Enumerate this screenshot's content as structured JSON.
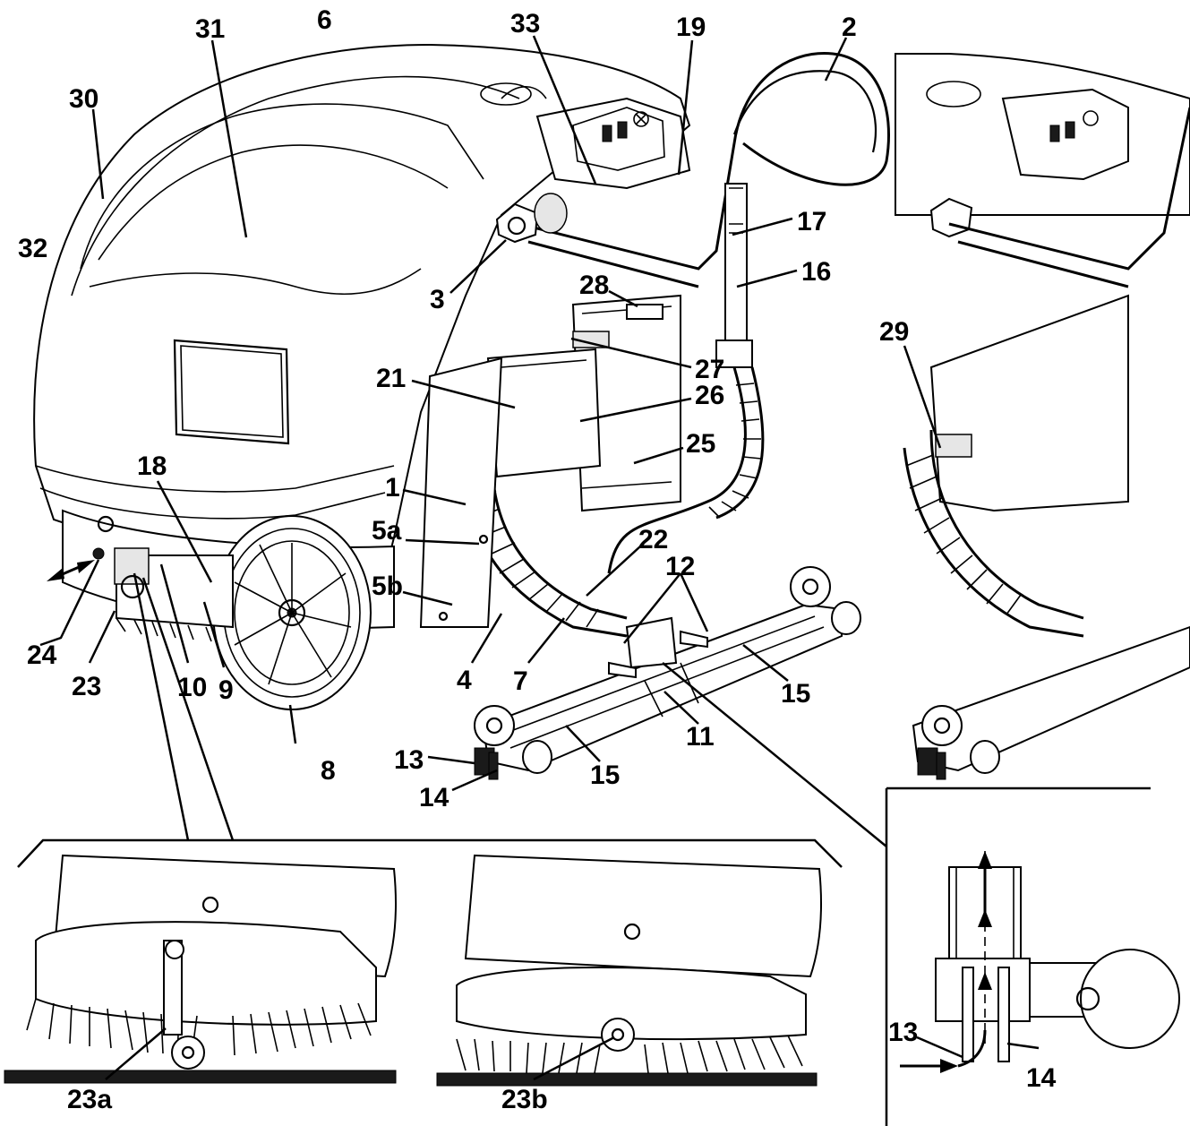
{
  "main_view": {
    "labels": [
      {
        "id": "31",
        "text": "31"
      },
      {
        "id": "6",
        "text": "6"
      },
      {
        "id": "33",
        "text": "33"
      },
      {
        "id": "19",
        "text": "19"
      },
      {
        "id": "2",
        "text": "2"
      },
      {
        "id": "30",
        "text": "30"
      },
      {
        "id": "32",
        "text": "32"
      },
      {
        "id": "3",
        "text": "3"
      },
      {
        "id": "17",
        "text": "17"
      },
      {
        "id": "16",
        "text": "16"
      },
      {
        "id": "28",
        "text": "28"
      },
      {
        "id": "27",
        "text": "27"
      },
      {
        "id": "21",
        "text": "21"
      },
      {
        "id": "26",
        "text": "26"
      },
      {
        "id": "25",
        "text": "25"
      },
      {
        "id": "18",
        "text": "18"
      },
      {
        "id": "1",
        "text": "1"
      },
      {
        "id": "5a",
        "text": "5a"
      },
      {
        "id": "5b",
        "text": "5b"
      },
      {
        "id": "22",
        "text": "22"
      },
      {
        "id": "12",
        "text": "12"
      },
      {
        "id": "24",
        "text": "24"
      },
      {
        "id": "23",
        "text": "23"
      },
      {
        "id": "10",
        "text": "10"
      },
      {
        "id": "9",
        "text": "9"
      },
      {
        "id": "8",
        "text": "8"
      },
      {
        "id": "4",
        "text": "4"
      },
      {
        "id": "7",
        "text": "7"
      },
      {
        "id": "15a",
        "text": "15"
      },
      {
        "id": "11",
        "text": "11"
      },
      {
        "id": "15b",
        "text": "15"
      },
      {
        "id": "13",
        "text": "13"
      },
      {
        "id": "14",
        "text": "14"
      }
    ]
  },
  "side_view": {
    "labels": [
      {
        "id": "29",
        "text": "29"
      }
    ]
  },
  "detail_brush": {
    "labels": [
      {
        "id": "23a",
        "text": "23a"
      },
      {
        "id": "23b",
        "text": "23b"
      }
    ]
  },
  "detail_squeegee": {
    "labels": [
      {
        "id": "13",
        "text": "13"
      },
      {
        "id": "14",
        "text": "14"
      }
    ]
  }
}
